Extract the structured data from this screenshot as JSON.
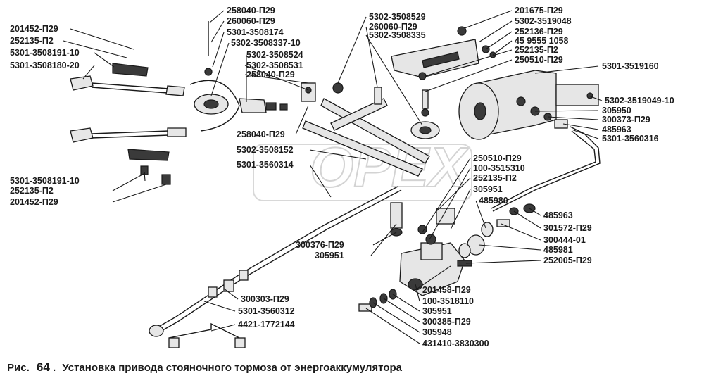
{
  "watermark": "ОРЕХ",
  "caption": {
    "prefix": "Рис.",
    "number": "64",
    "title": "Установка привода стояночного тормоза от энергоаккумулятора"
  },
  "labels": {
    "l01": "201452-П29",
    "l02": "252135-П2",
    "l03": "5301-3508191-10",
    "l04": "5301-3508180-20",
    "l05": "258040-П29",
    "l06": "260060-П29",
    "l07": "5301-3508174",
    "l08": "5302-3508337-10",
    "l09": "5302-3508524",
    "l10": "5302-3508531",
    "l11": "258040-П29",
    "l12": "5302-3508529",
    "l13": "260060-П29",
    "l14": "5302-3508335",
    "l15": "201675-П29",
    "l16": "5302-3519048",
    "l17": "252136-П29",
    "l18": "45 9555 1058",
    "l19": "252135-П2",
    "l20": "250510-П29",
    "l21": "5301-3519160",
    "l22": "5302-3519049-10",
    "l23": "305950",
    "l24": "300373-П29",
    "l25": "485963",
    "l26": "5301-3560316",
    "l27": "258040-П29",
    "l28": "5302-3508152",
    "l29": "5301-3560314",
    "l30": "250510-П29",
    "l31": "100-3515310",
    "l32": "252135-П2",
    "l33": "305951",
    "l34": "485980",
    "l35": "485963",
    "l36": "301572-П29",
    "l37": "300444-01",
    "l38": "485981",
    "l39": "252005-П29",
    "l40": "5301-3508191-10",
    "l41": "252135-П2",
    "l42": "201452-П29",
    "l43": "300376-П29",
    "l44": "305951",
    "l45": "201458-П29",
    "l46": "100-3518110",
    "l47": "305951",
    "l48": "300385-П29",
    "l49": "305948",
    "l50": "431410-3830300",
    "l51": "300303-П29",
    "l52": "5301-3560312",
    "l53": "4421-1772144"
  }
}
